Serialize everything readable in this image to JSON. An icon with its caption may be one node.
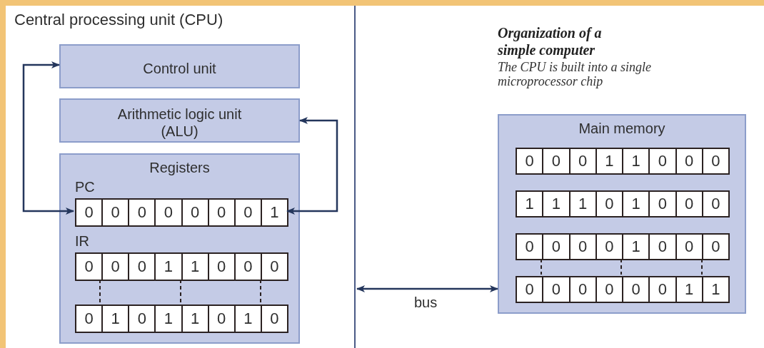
{
  "diagram": {
    "title": "Organization of a simple computer",
    "caption": "The CPU is built into a single microprocessor chip",
    "nodes": [
      {
        "text": [
          "Central processing unit (CPU)"
        ]
      },
      {
        "text": [
          "Control unit"
        ],
        "in": 0
      },
      {
        "text": [
          "Arithmetic logic unit (ALU)"
        ],
        "in": 0
      },
      {
        "text": [
          "Registers"
        ],
        "in": 0
      },
      {
        "text": [
          "PC"
        ],
        "in": 3
      },
      {
        "text": [
          "0"
        ],
        "in": 4
      },
      {
        "text": [
          "0"
        ],
        "in": 4
      },
      {
        "text": [
          "0"
        ],
        "in": 4
      },
      {
        "text": [
          "0"
        ],
        "in": 4
      },
      {
        "text": [
          "0"
        ],
        "in": 4
      },
      {
        "text": [
          "0"
        ],
        "in": 4
      },
      {
        "text": [
          "0"
        ],
        "in": 4
      },
      {
        "text": [
          "1"
        ],
        "in": 4
      },
      {
        "text": [
          "IR"
        ],
        "in": 3
      },
      {
        "text": [
          "0"
        ],
        "in": 13
      },
      {
        "text": [
          "0"
        ],
        "in": 13
      },
      {
        "text": [
          "0"
        ],
        "in": 13
      },
      {
        "text": [
          "1"
        ],
        "in": 13
      },
      {
        "text": [
          "1"
        ],
        "in": 13
      },
      {
        "text": [
          "0"
        ],
        "in": 13
      },
      {
        "text": [
          "0"
        ],
        "in": 13
      },
      {
        "text": [
          "0"
        ],
        "in": 13
      },
      {
        "text": [],
        "shape": "box",
        "in": 3
      },
      {
        "text": [
          "0"
        ],
        "in": 22
      },
      {
        "text": [
          "1"
        ],
        "in": 22
      },
      {
        "text": [
          "0"
        ],
        "in": 22
      },
      {
        "text": [
          "1"
        ],
        "in": 22
      },
      {
        "text": [
          "1"
        ],
        "in": 22
      },
      {
        "text": [
          "0"
        ],
        "in": 22
      },
      {
        "text": [
          "1"
        ],
        "in": 22
      },
      {
        "text": [
          "0"
        ],
        "in": 22
      },
      {
        "text": [
          "Main memory"
        ]
      },
      {
        "text": [],
        "shape": "box",
        "in": 31
      },
      {
        "text": [
          "0"
        ],
        "in": 32
      },
      {
        "text": [
          "0"
        ],
        "in": 32
      },
      {
        "text": [
          "0"
        ],
        "in": 32
      },
      {
        "text": [
          "1"
        ],
        "in": 32
      },
      {
        "text": [
          "1"
        ],
        "in": 32
      },
      {
        "text": [
          "0"
        ],
        "in": 32
      },
      {
        "text": [
          "0"
        ],
        "in": 32
      },
      {
        "text": [
          "0"
        ],
        "in": 32
      },
      {
        "text": [],
        "shape": "box",
        "in": 31
      },
      {
        "text": [
          "1"
        ],
        "in": 41
      },
      {
        "text": [
          "1"
        ],
        "in": 41
      },
      {
        "text": [
          "1"
        ],
        "in": 41
      },
      {
        "text": [
          "0"
        ],
        "in": 41
      },
      {
        "text": [
          "1"
        ],
        "in": 41
      },
      {
        "text": [
          "0"
        ],
        "in": 41
      },
      {
        "text": [
          "0"
        ],
        "in": 41
      },
      {
        "text": [
          "0"
        ],
        "in": 41
      },
      {
        "text": [],
        "shape": "box",
        "in": 31
      },
      {
        "text": [
          "0"
        ],
        "in": 50
      },
      {
        "text": [
          "0"
        ],
        "in": 50
      },
      {
        "text": [
          "0"
        ],
        "in": 50
      },
      {
        "text": [
          "0"
        ],
        "in": 50
      },
      {
        "text": [
          "1"
        ],
        "in": 50
      },
      {
        "text": [
          "0"
        ],
        "in": 50
      },
      {
        "text": [
          "0"
        ],
        "in": 50
      },
      {
        "text": [
          "0"
        ],
        "in": 50
      },
      {
        "text": [],
        "shape": "box",
        "in": 31
      },
      {
        "text": [
          "0"
        ],
        "in": 59
      },
      {
        "text": [
          "0"
        ],
        "in": 59
      },
      {
        "text": [
          "0"
        ],
        "in": 59
      },
      {
        "text": [
          "0"
        ],
        "in": 59
      },
      {
        "text": [
          "0"
        ],
        "in": 59
      },
      {
        "text": [
          "0"
        ],
        "in": 59
      },
      {
        "text": [
          "1"
        ],
        "in": 59
      },
      {
        "text": [
          "1"
        ],
        "in": 59
      }
    ],
    "edges": [
      {
        "from": 1,
        "to": 4,
        "arrow": "both"
      },
      {
        "from": 2,
        "to": 4,
        "arrow": "both"
      },
      {
        "from": 13,
        "to": 22,
        "arrow": "none",
        "style": "dashed"
      },
      {
        "from": 13,
        "to": 22,
        "arrow": "none",
        "style": "dashed"
      },
      {
        "from": 13,
        "to": 22,
        "arrow": "none",
        "style": "dashed"
      },
      {
        "from": 0,
        "to": 31,
        "arrow": "both",
        "label": "bus"
      },
      {
        "from": 50,
        "to": 59,
        "arrow": "none",
        "style": "dashed"
      },
      {
        "from": 50,
        "to": 59,
        "arrow": "none",
        "style": "dashed"
      },
      {
        "from": 50,
        "to": 59,
        "arrow": "none",
        "style": "dashed"
      }
    ]
  }
}
